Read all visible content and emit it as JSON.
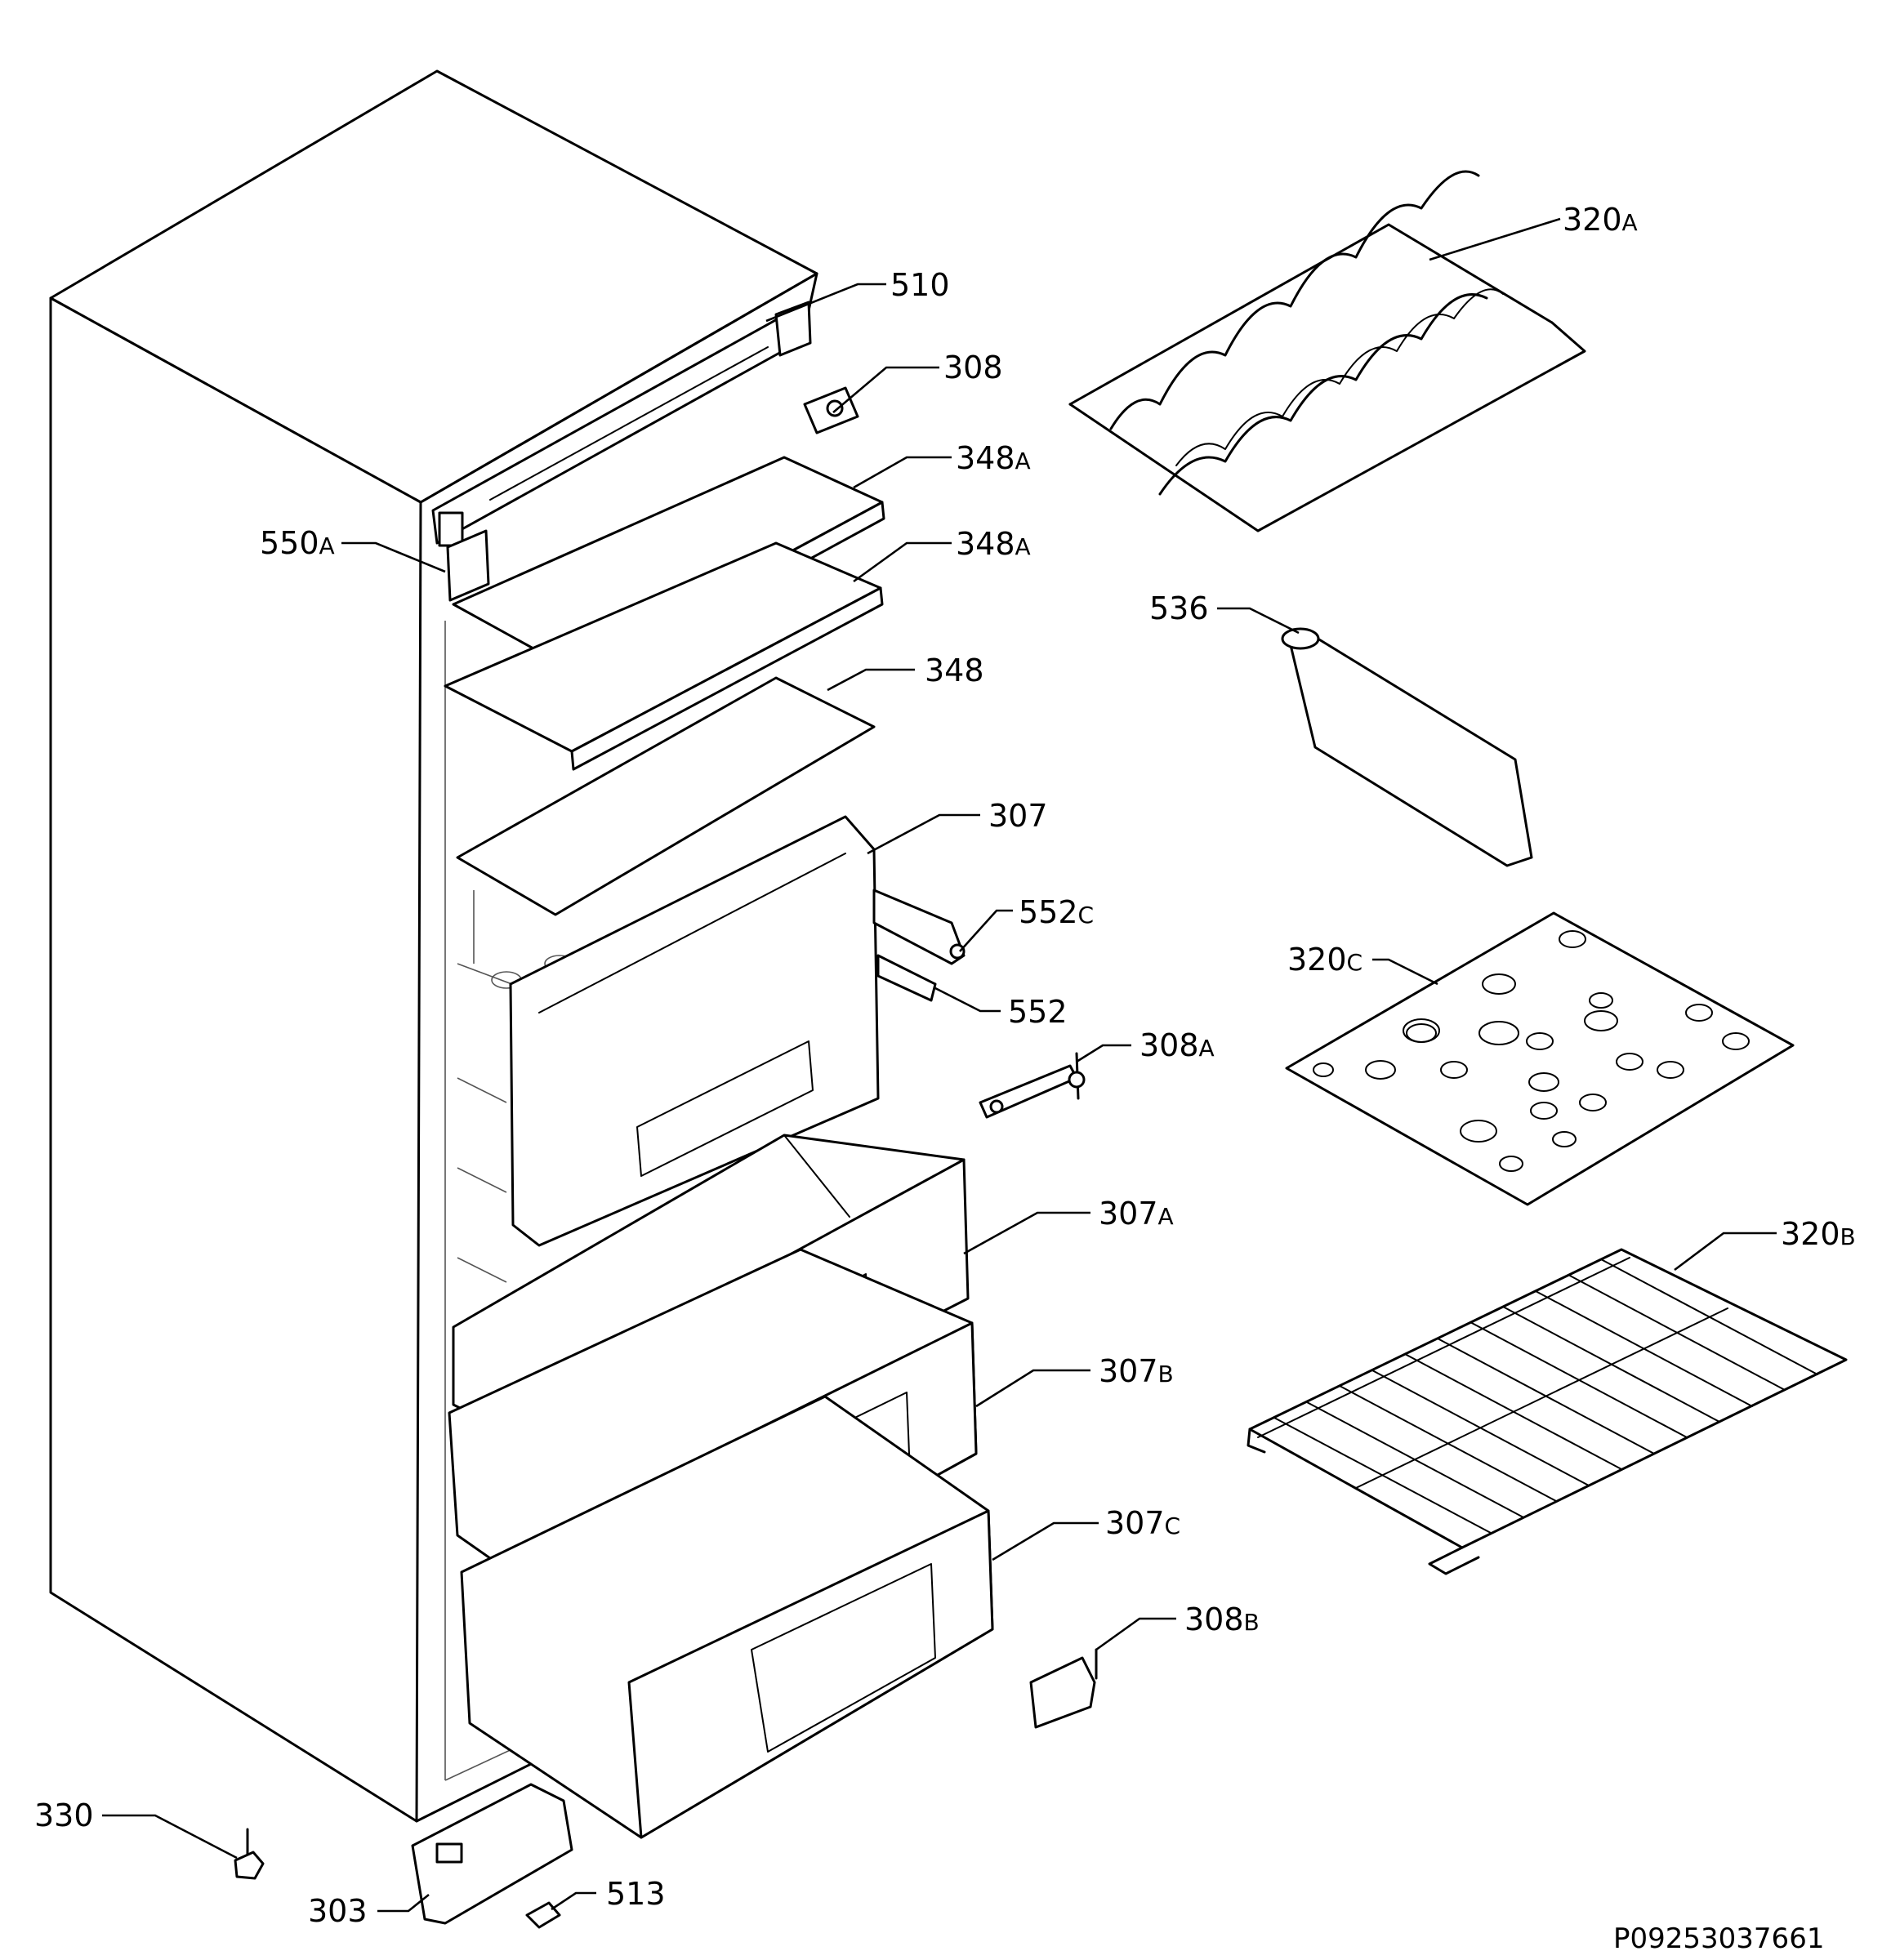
{
  "callouts": [
    {
      "id": "c320a",
      "num": "320",
      "suffix": "A"
    },
    {
      "id": "c510",
      "num": "510",
      "suffix": ""
    },
    {
      "id": "c308",
      "num": "308",
      "suffix": ""
    },
    {
      "id": "c348a1",
      "num": "348",
      "suffix": "A"
    },
    {
      "id": "c348a2",
      "num": "348",
      "suffix": "A"
    },
    {
      "id": "c550a",
      "num": "550",
      "suffix": "A"
    },
    {
      "id": "c536",
      "num": "536",
      "suffix": ""
    },
    {
      "id": "c348",
      "num": "348",
      "suffix": ""
    },
    {
      "id": "c307",
      "num": "307",
      "suffix": ""
    },
    {
      "id": "c552c",
      "num": "552",
      "suffix": "C"
    },
    {
      "id": "c320c",
      "num": "320",
      "suffix": "C"
    },
    {
      "id": "c552",
      "num": "552",
      "suffix": ""
    },
    {
      "id": "c308a",
      "num": "308",
      "suffix": "A"
    },
    {
      "id": "c307a",
      "num": "307",
      "suffix": "A"
    },
    {
      "id": "c320b",
      "num": "320",
      "suffix": "B"
    },
    {
      "id": "c307b",
      "num": "307",
      "suffix": "B"
    },
    {
      "id": "c307c",
      "num": "307",
      "suffix": "C"
    },
    {
      "id": "c308b",
      "num": "308",
      "suffix": "B"
    },
    {
      "id": "c330",
      "num": "330",
      "suffix": ""
    },
    {
      "id": "c513",
      "num": "513",
      "suffix": ""
    },
    {
      "id": "c303",
      "num": "303",
      "suffix": ""
    }
  ],
  "drawing_code": "P09253037661"
}
